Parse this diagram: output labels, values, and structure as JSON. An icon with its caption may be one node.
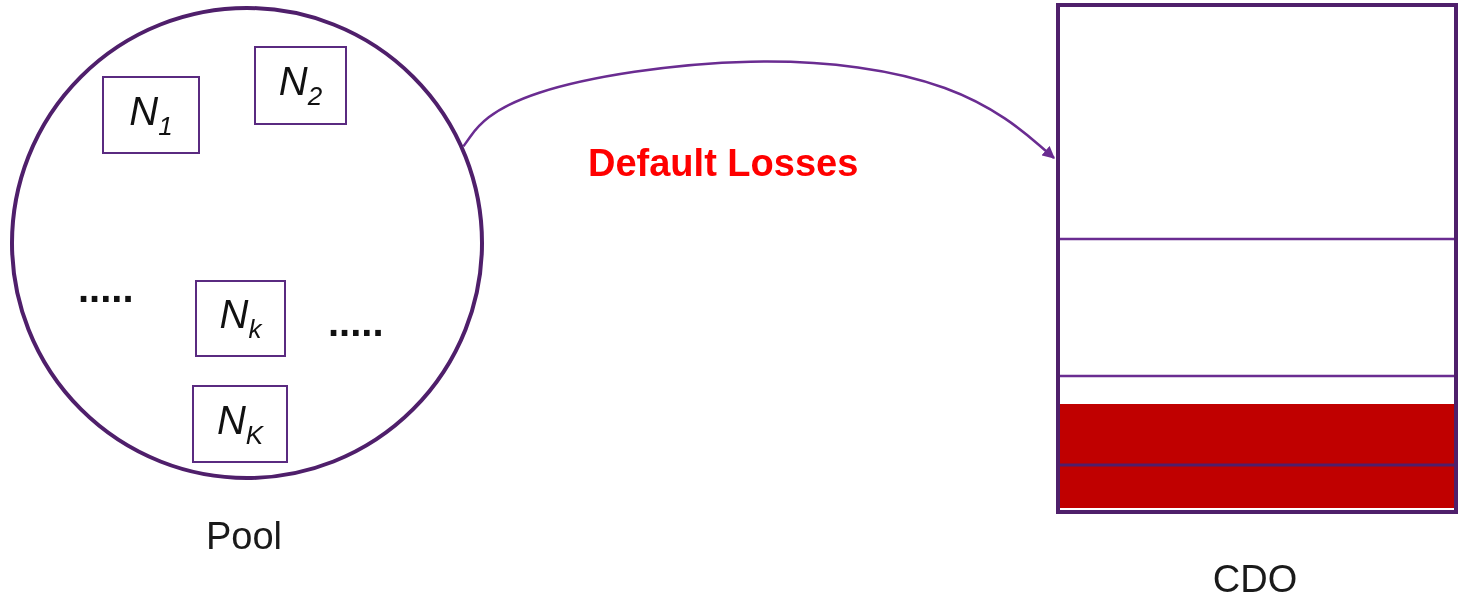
{
  "diagram": {
    "nodes": [
      {
        "text": [
          "Pool"
        ]
      },
      {
        "text": [
          "N$_{1}$"
        ],
        "in": 0
      },
      {
        "text": [
          "N$_{2}$"
        ],
        "in": 0
      },
      {
        "text": [
          "N$_{k}$"
        ],
        "in": 0
      },
      {
        "text": [
          "N$_{K}$"
        ],
        "in": 0
      },
      {
        "text": [
          "CDO"
        ]
      }
    ],
    "edges": [
      {
        "from": 0,
        "to": 5,
        "arrow": "to",
        "label": "Default Losses"
      }
    ],
    "labels": [
      ".....",
      "....."
    ]
  }
}
